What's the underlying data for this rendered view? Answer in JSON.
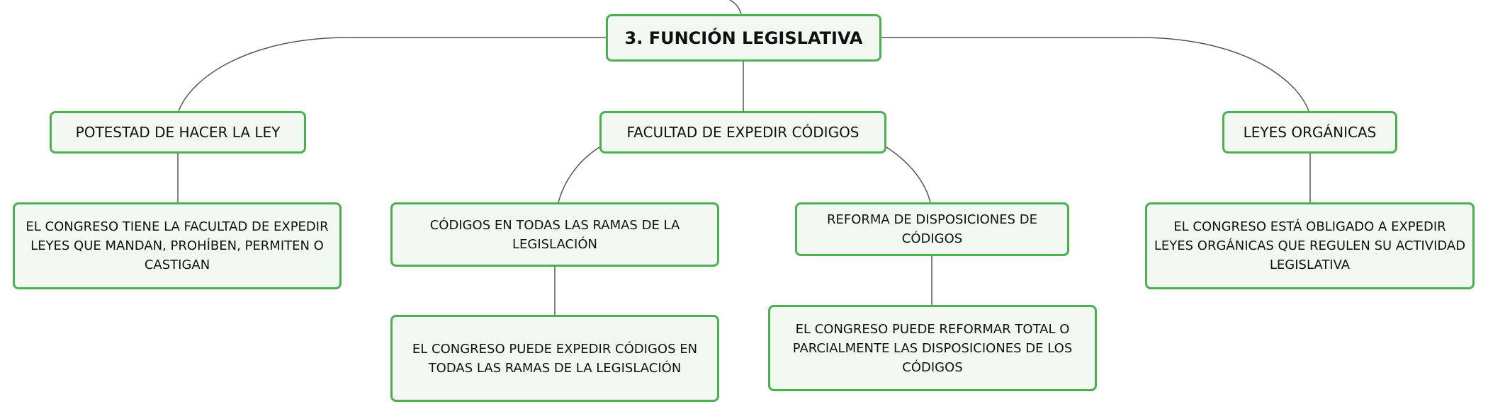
{
  "diagram": {
    "root": "3. FUNCIÓN LEGISLATIVA",
    "branches": [
      {
        "label": "POTESTAD DE HACER LA LEY",
        "children": [
          "EL CONGRESO TIENE LA FACULTAD DE EXPEDIR LEYES QUE MANDAN, PROHÍBEN, PERMITEN O CASTIGAN"
        ]
      },
      {
        "label": "FACULTAD DE EXPEDIR CÓDIGOS",
        "children": [
          {
            "label": "CÓDIGOS EN TODAS LAS RAMAS DE LA LEGISLACIÓN",
            "detail": "EL CONGRESO PUEDE EXPEDIR CÓDIGOS EN TODAS LAS RAMAS DE LA LEGISLACIÓN"
          },
          {
            "label": "REFORMA DE DISPOSICIONES DE CÓDIGOS",
            "detail": "EL CONGRESO PUEDE REFORMAR TOTAL O PARCIALMENTE LAS DISPOSICIONES DE LOS CÓDIGOS"
          }
        ]
      },
      {
        "label": "LEYES ORGÁNICAS",
        "children": [
          "EL CONGRESO ESTÁ OBLIGADO A EXPEDIR LEYES ORGÁNICAS QUE REGULEN SU ACTIVIDAD LEGISLATIVA"
        ]
      }
    ]
  },
  "colors": {
    "node_border": "#4caf50",
    "node_fill": "#f1f9f2",
    "connector": "#555555",
    "text": "#111111"
  }
}
